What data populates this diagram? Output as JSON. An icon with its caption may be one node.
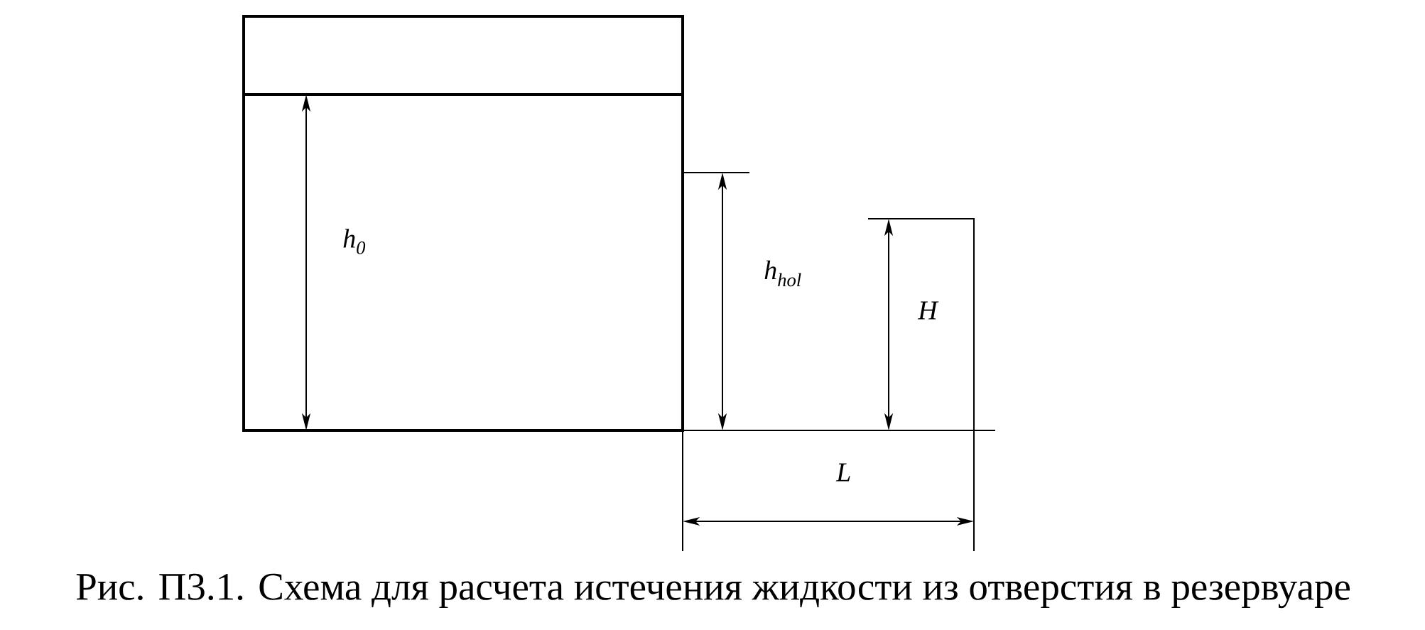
{
  "diagram": {
    "caption": "Рис. П3.1. Схема для расчета истечения жидкости из отверстия в резервуаре",
    "labels": [
      "h$_{0}$",
      "h$_{hol}$",
      "H",
      "L"
    ]
  }
}
